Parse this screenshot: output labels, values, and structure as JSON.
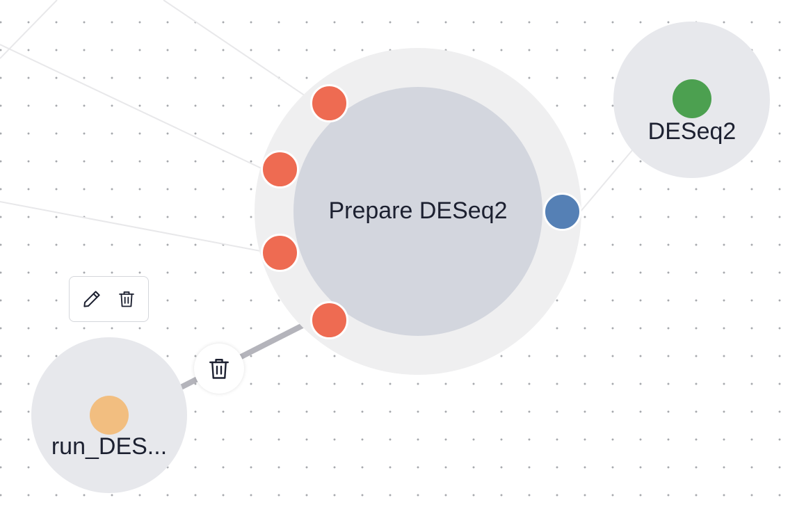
{
  "colors": {
    "halo_large": "#efeff0",
    "core_large": "#d3d6de",
    "node_small": "#e7e8ec",
    "input_port": "#ee6b52",
    "output_port": "#5580b5",
    "dataset_dot": "#4ca050",
    "script_dot": "#f2be80",
    "selected_edge": "#b4b4bb",
    "faint_edge": "#e8e8ea",
    "label": "#1c2030"
  },
  "nodes": {
    "prepare": {
      "label": "Prepare DESeq2",
      "input_ports": [
        "input-1",
        "input-2",
        "input-3",
        "input-4"
      ],
      "output_ports": [
        "output-1"
      ]
    },
    "deseq2": {
      "label": "DESeq2",
      "kind": "dataset"
    },
    "run_deseq": {
      "label": "run_DES...",
      "kind": "script"
    }
  },
  "toolbar": {
    "edit_icon": "pencil-icon",
    "delete_icon": "trash-icon"
  },
  "edge_delete": {
    "icon": "trash-icon"
  }
}
